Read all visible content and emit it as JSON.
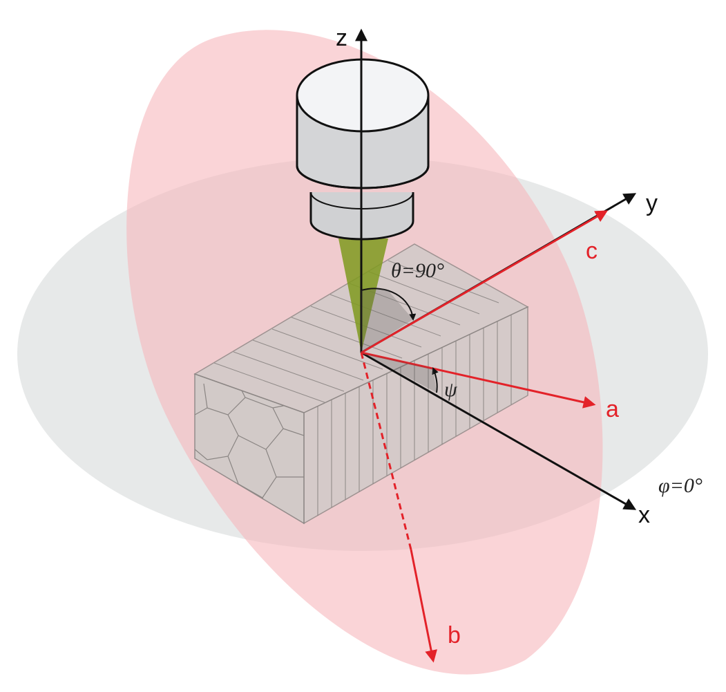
{
  "axes": {
    "z": "z",
    "y": "y",
    "x": "x"
  },
  "vectors": {
    "a": "a",
    "b": "b",
    "c": "c"
  },
  "angles": {
    "theta": "θ=90°",
    "psi": "ψ",
    "phi": "φ=0°"
  },
  "colors": {
    "axis": "#111111",
    "vector": "#e32229",
    "red_plane": "#f6b8bc",
    "grey_plane": "#dfe1e1",
    "beam": "#7f9a1f",
    "sample": "#cfcac8",
    "sample_edge": "#8a8583"
  }
}
